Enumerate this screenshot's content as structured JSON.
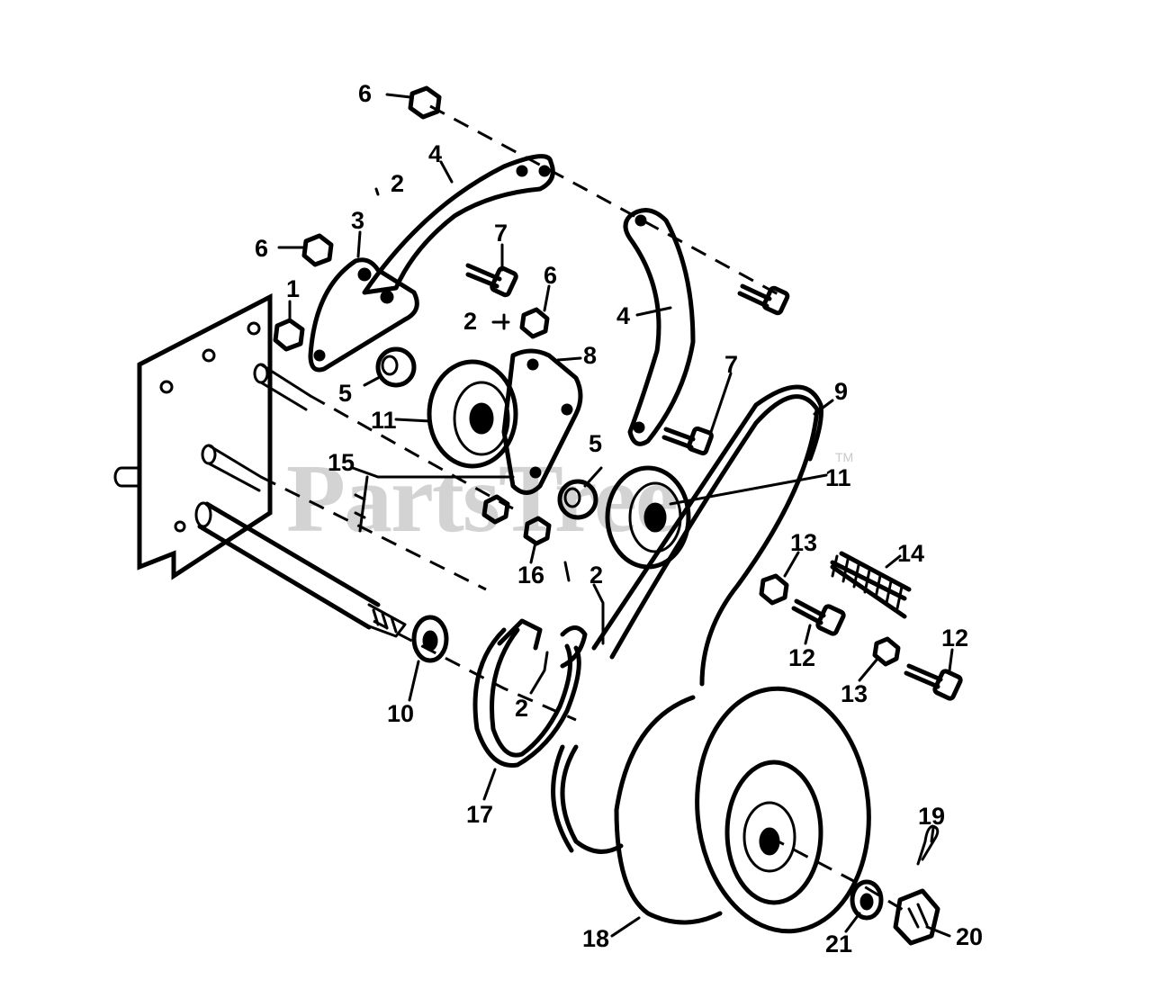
{
  "watermark": {
    "text": "PartsTree",
    "trademark": "TM"
  },
  "callouts": [
    {
      "id": "c6a",
      "label": "6"
    },
    {
      "id": "c4a",
      "label": "4"
    },
    {
      "id": "c2a",
      "label": "2"
    },
    {
      "id": "c3",
      "label": "3"
    },
    {
      "id": "c6b",
      "label": "6"
    },
    {
      "id": "c1",
      "label": "1"
    },
    {
      "id": "c7a",
      "label": "7"
    },
    {
      "id": "c6c",
      "label": "6"
    },
    {
      "id": "c2b",
      "label": "2"
    },
    {
      "id": "c8",
      "label": "8"
    },
    {
      "id": "c4b",
      "label": "4"
    },
    {
      "id": "c7b",
      "label": "7"
    },
    {
      "id": "c5a",
      "label": "5"
    },
    {
      "id": "c11a",
      "label": "11"
    },
    {
      "id": "c9",
      "label": "9"
    },
    {
      "id": "c15",
      "label": "15"
    },
    {
      "id": "c5b",
      "label": "5"
    },
    {
      "id": "c11b",
      "label": "11"
    },
    {
      "id": "c13a",
      "label": "13"
    },
    {
      "id": "c14",
      "label": "14"
    },
    {
      "id": "c16",
      "label": "16"
    },
    {
      "id": "c2c",
      "label": "2"
    },
    {
      "id": "c12a",
      "label": "12"
    },
    {
      "id": "c12b",
      "label": "12"
    },
    {
      "id": "c13b",
      "label": "13"
    },
    {
      "id": "c10",
      "label": "10"
    },
    {
      "id": "c2d",
      "label": "2"
    },
    {
      "id": "c17",
      "label": "17"
    },
    {
      "id": "c19",
      "label": "19"
    },
    {
      "id": "c18",
      "label": "18"
    },
    {
      "id": "c21",
      "label": "21"
    },
    {
      "id": "c20",
      "label": "20"
    }
  ]
}
